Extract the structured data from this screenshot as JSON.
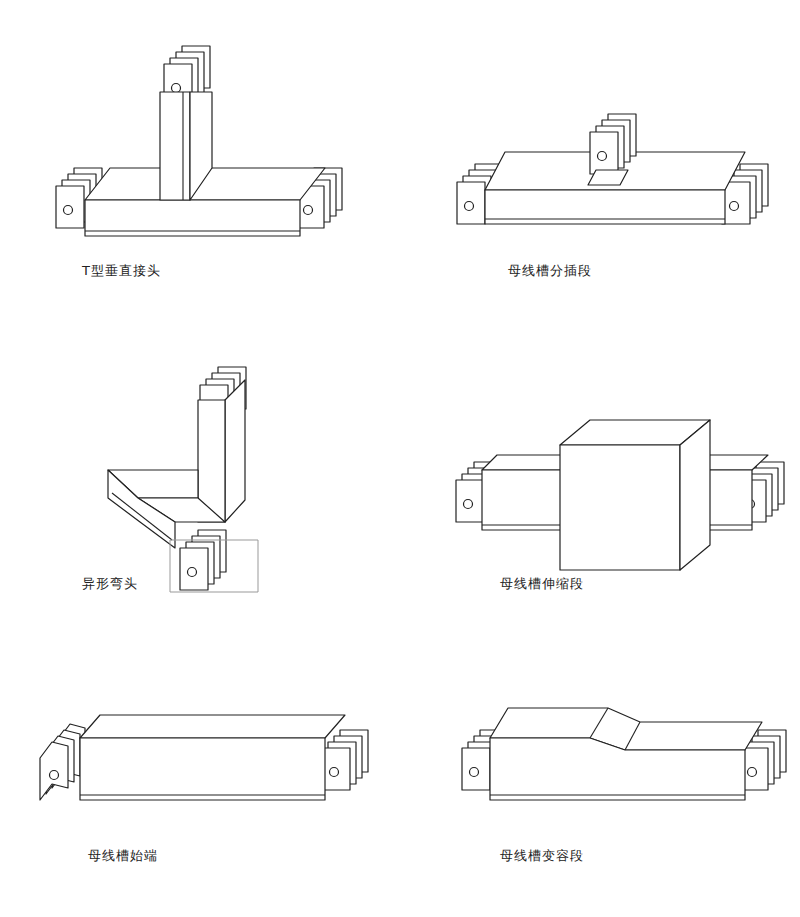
{
  "diagram": {
    "labels": [
      "T型垂直接头",
      "母线槽分插段",
      "异形弯头",
      "母线槽伸缩段",
      "母线槽始端",
      "母线槽变容段"
    ]
  }
}
